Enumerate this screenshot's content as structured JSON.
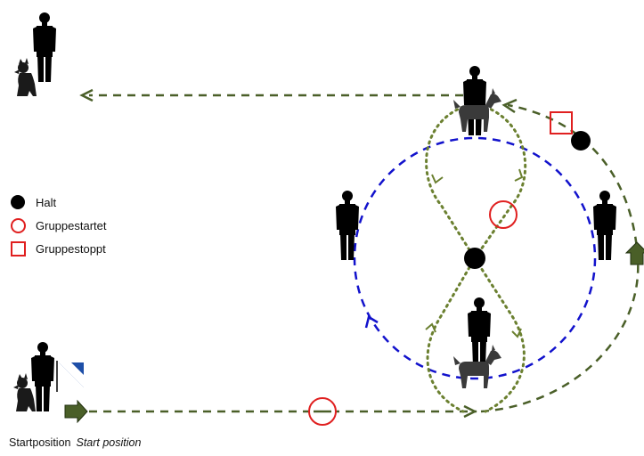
{
  "legend": {
    "halt": "Halt",
    "group_started": "Gruppestartet",
    "group_stopped": "Gruppestoppt"
  },
  "caption": {
    "no": "Startposition",
    "en": "Start position"
  },
  "colors": {
    "path_green": "#4a5f28",
    "dotted_green": "#6b8030",
    "circle_blue": "#1212cc",
    "marker_red": "#e02020",
    "flag_blue": "#1e4fa8"
  }
}
